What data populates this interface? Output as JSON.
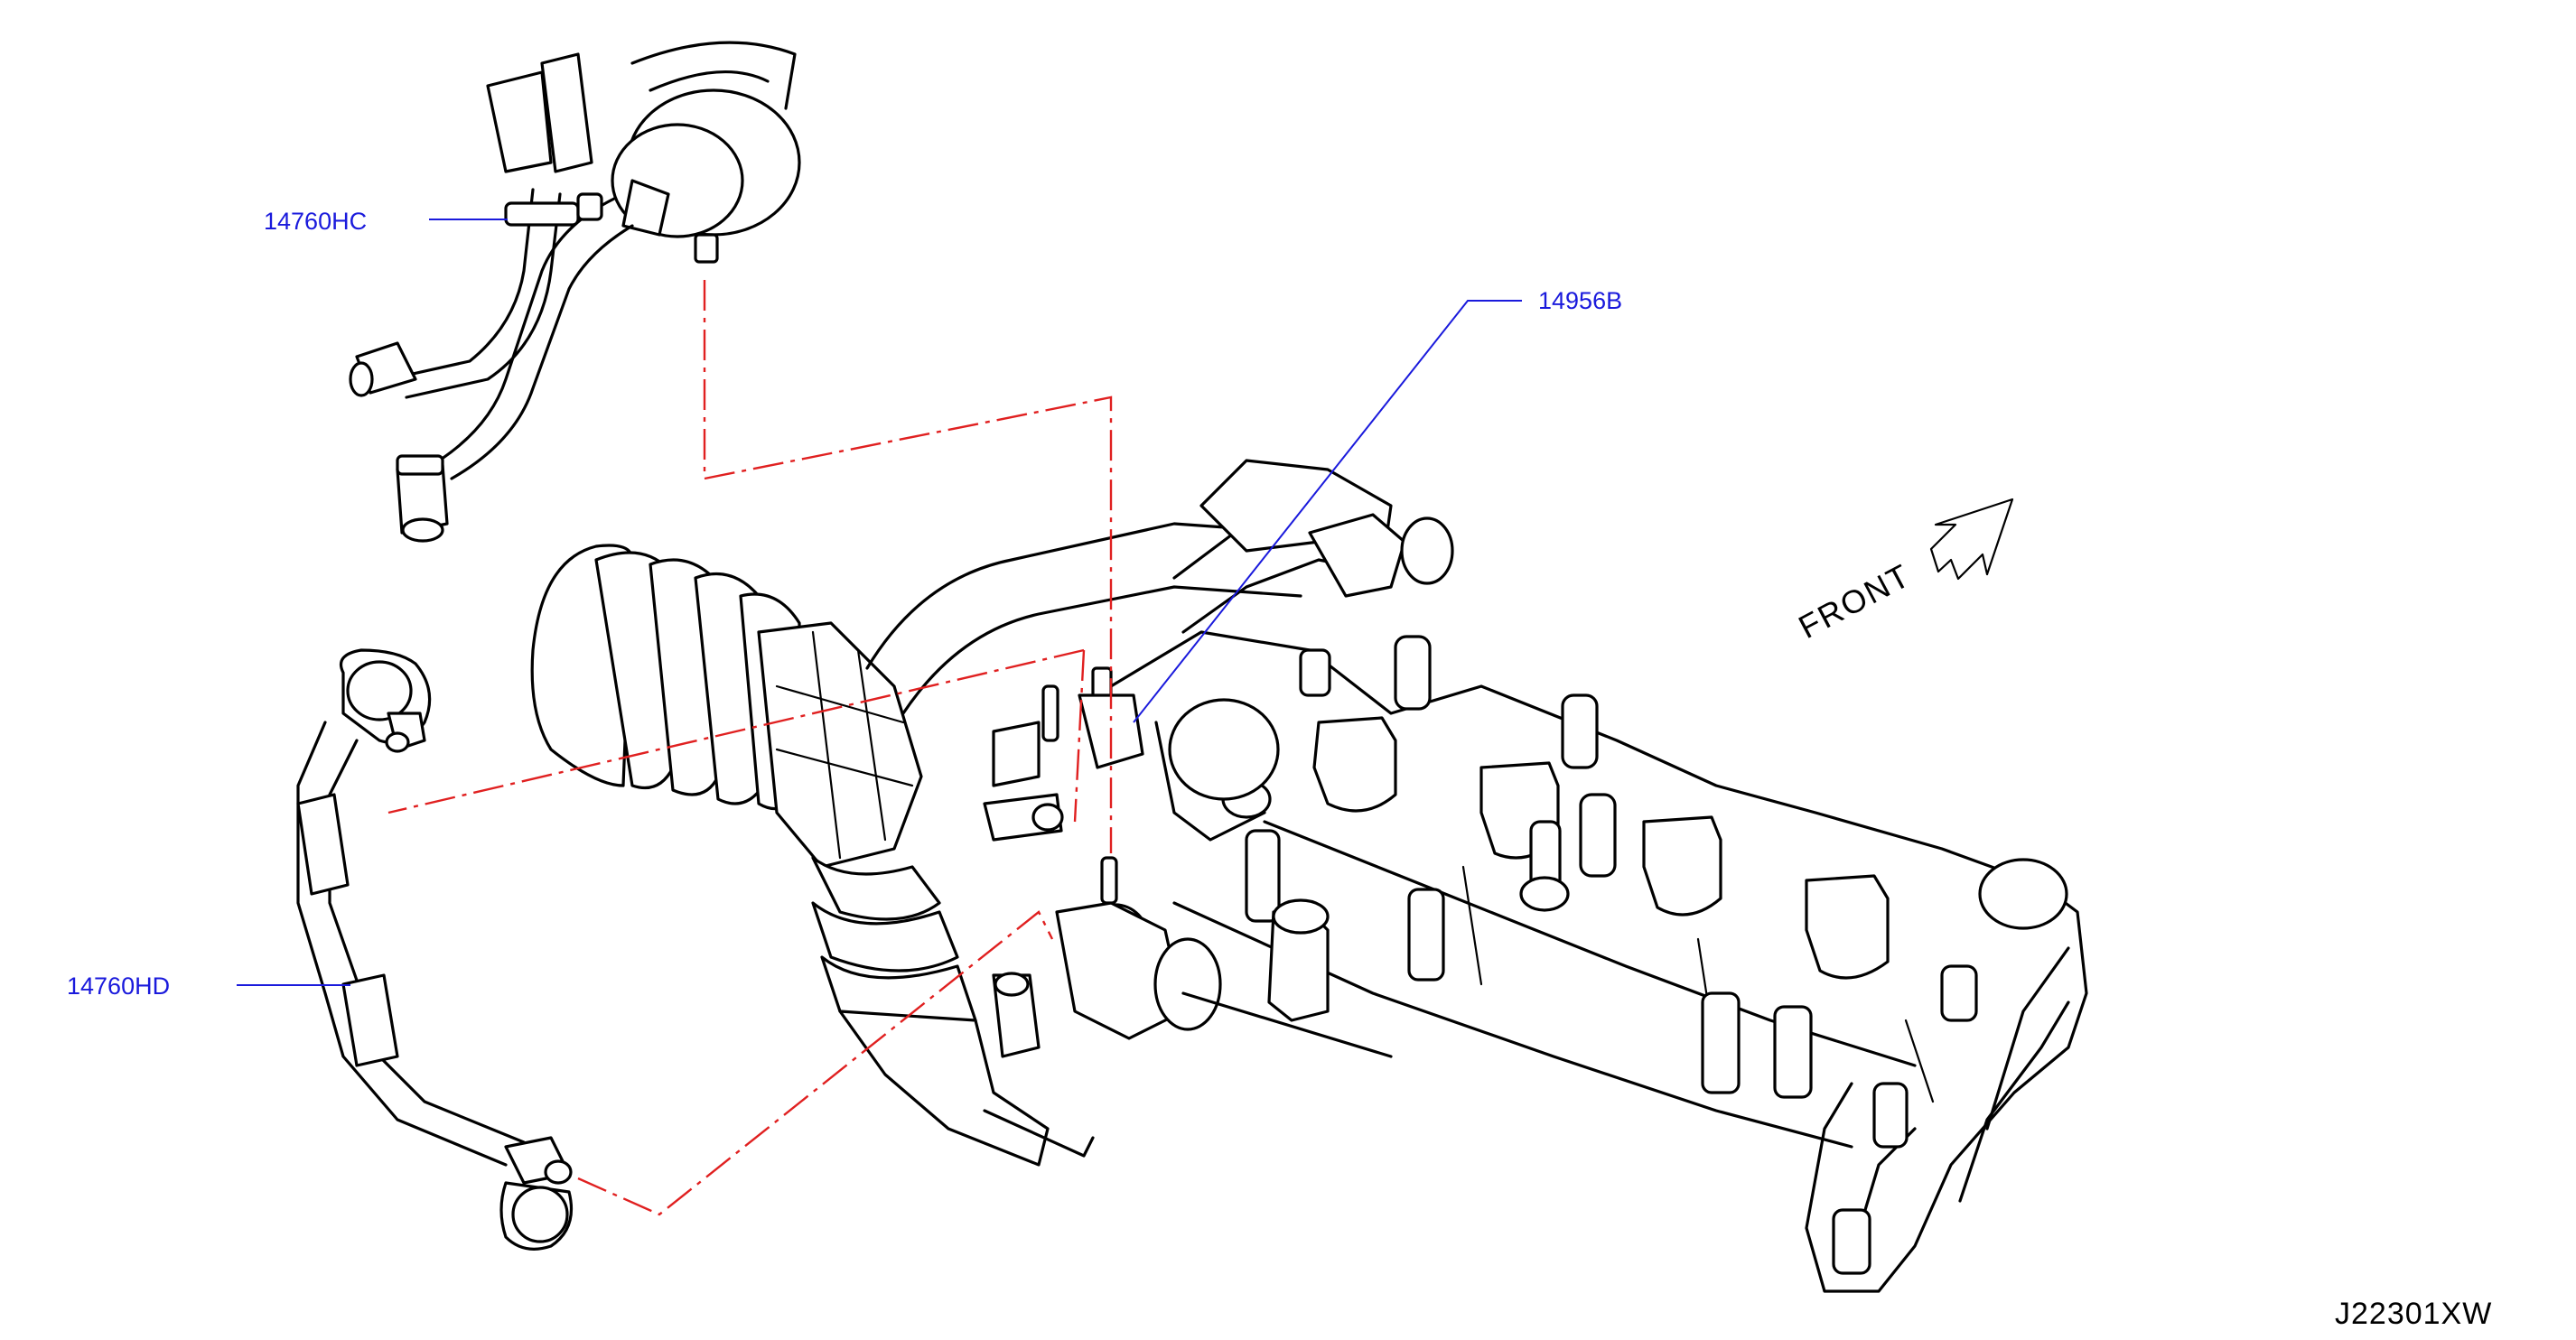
{
  "labels": {
    "hose_upper": "14760HC",
    "hose_lower": "14760HD",
    "connector": "14956B",
    "direction": "FRONT",
    "diagram_code": "J22301XW"
  },
  "colors": {
    "callout_text": "#1a1adc",
    "leader_line": "#1a1adc",
    "reference_line": "#e02020",
    "line_art": "#000000",
    "background": "#ffffff"
  },
  "icons": {
    "front_arrow": "outlined-arrow-up-right"
  }
}
